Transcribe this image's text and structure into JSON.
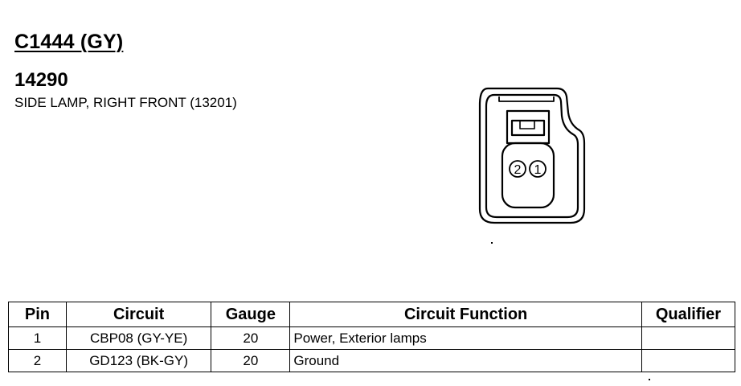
{
  "header": {
    "connector_id": "C1444 (GY)",
    "part_number": "14290",
    "description": "SIDE LAMP, RIGHT FRONT (13201)"
  },
  "diagram": {
    "pin_labels": [
      "2",
      "1"
    ]
  },
  "table": {
    "headers": [
      "Pin",
      "Circuit",
      "Gauge",
      "Circuit Function",
      "Qualifier"
    ],
    "rows": [
      {
        "pin": "1",
        "circuit": "CBP08 (GY-YE)",
        "gauge": "20",
        "function": "Power, Exterior lamps",
        "qualifier": ""
      },
      {
        "pin": "2",
        "circuit": "GD123 (BK-GY)",
        "gauge": "20",
        "function": "Ground",
        "qualifier": ""
      }
    ]
  }
}
